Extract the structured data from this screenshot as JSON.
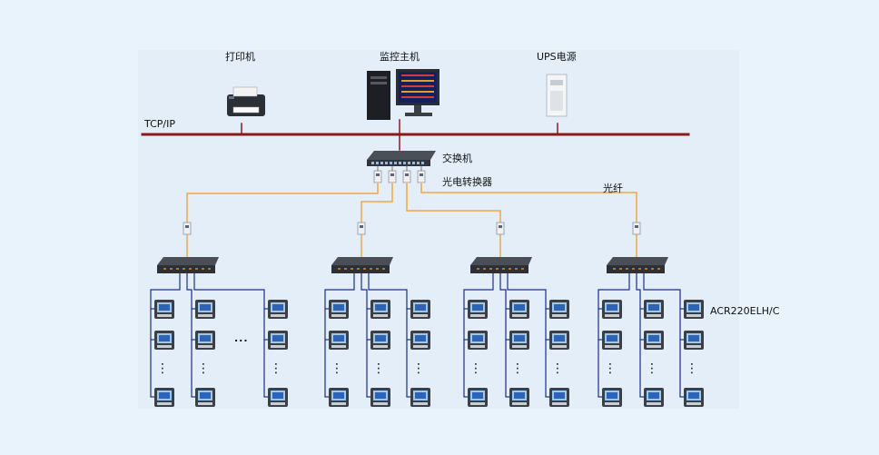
{
  "labels": {
    "printer": "打印机",
    "host": "监控主机",
    "ups": "UPS电源",
    "tcpip": "TCP/IP",
    "switch": "交换机",
    "converter": "光电转换器",
    "fiber": "光纤",
    "meter_model": "ACR220ELH/C",
    "ellipsis_h": "...",
    "ellipsis_v": "⋮"
  },
  "colors": {
    "background": "#e9f3fb",
    "bus": "#8b1a1a",
    "fiber": "#f2a640",
    "rs485": "#1a2f8a",
    "device_dark": "#3a3f48"
  },
  "icons": {
    "printer": "printer-icon",
    "host": "monitor-pc-icon",
    "ups": "ups-icon",
    "switch": "network-switch-icon",
    "converter": "media-converter-icon",
    "hub": "serial-server-icon",
    "meter": "power-meter-icon"
  }
}
